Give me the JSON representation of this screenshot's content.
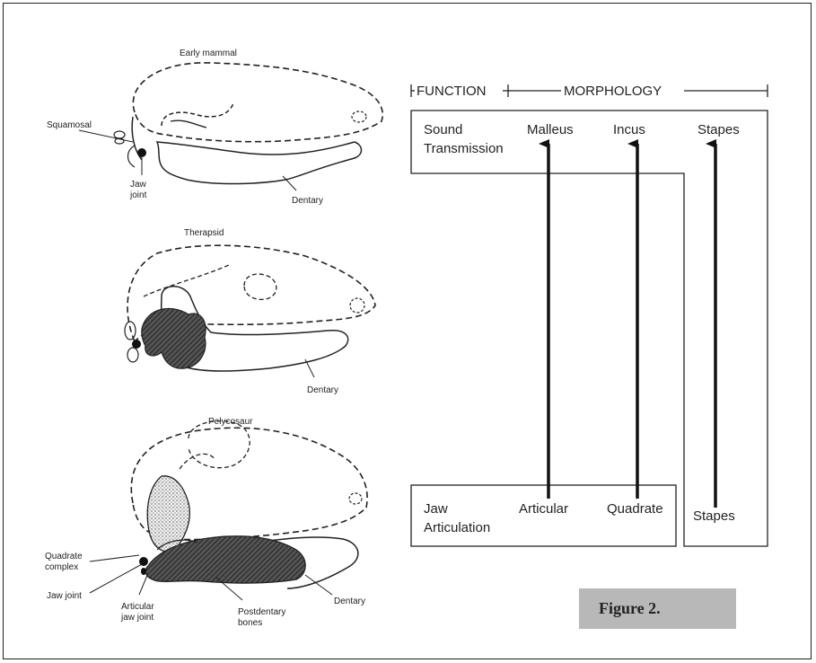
{
  "skulls": {
    "early_mammal": {
      "title": "Early mammal",
      "squamosal": "Squamosal",
      "jaw_joint_line1": "Jaw",
      "jaw_joint_line2": "joint",
      "dentary": "Dentary"
    },
    "therapsid": {
      "title": "Therapsid",
      "dentary": "Dentary"
    },
    "pelycosaur": {
      "title": "Pelycosaur",
      "quadrate_line1": "Quadrate",
      "quadrate_line2": "complex",
      "jaw_joint": "Jaw joint",
      "articular_line1": "Articular",
      "articular_line2": "jaw joint",
      "postdentary_line1": "Postdentary",
      "postdentary_line2": "bones",
      "dentary": "Dentary"
    }
  },
  "schema": {
    "function_label": "FUNCTION",
    "morphology_label": "MORPHOLOGY",
    "top_row": {
      "function_line1": "Sound",
      "function_line2": "Transmission",
      "malleus": "Malleus",
      "incus": "Incus",
      "stapes": "Stapes"
    },
    "bottom_row": {
      "function_line1": "Jaw",
      "function_line2": "Articulation",
      "articular": "Articular",
      "quadrate": "Quadrate",
      "stapes": "Stapes"
    }
  },
  "caption": "Figure 2."
}
